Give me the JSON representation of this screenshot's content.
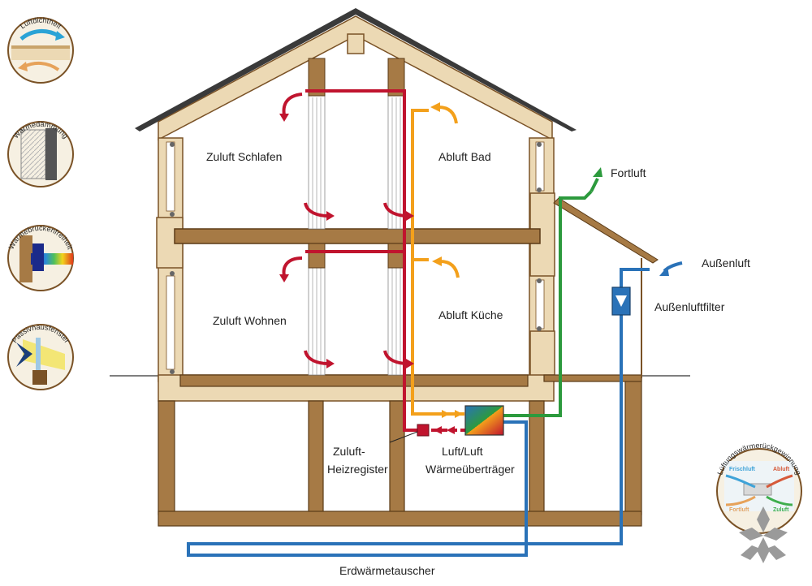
{
  "rooms": {
    "zuluft_schlafen": "Zuluft Schlafen",
    "abluft_bad": "Abluft Bad",
    "zuluft_wohnen": "Zuluft Wohnen",
    "abluft_kueche": "Abluft Küche"
  },
  "labels": {
    "fortluft": "Fortluft",
    "aussenluft": "Außenluft",
    "aussenluftfilter": "Außenluftfilter",
    "heizregister_line1": "Zuluft-",
    "heizregister_line2": "Heizregister",
    "waermetauscher_line1": "Luft/Luft",
    "waermetauscher_line2": "Wärmeüberträger",
    "erdwaerme": "Erdwärmetauscher"
  },
  "badges": {
    "luftdichtheit": "Luftdichtheit",
    "waermedaemmung": "Wärmedämmung",
    "waermebrueckenfreiheit": "Wärmebrückenfreiheit",
    "passivhausfenster": "Passivhausfenster",
    "lueftung": "Lüftungswärmerückgewinnung",
    "frischluft": "Frischluft",
    "abluft": "Abluft",
    "fortluft": "Fortluft",
    "zuluft": "Zuluft"
  },
  "colors": {
    "supply": "#c0142e",
    "exhaust": "#f3a01b",
    "fortluft": "#2c9a3d",
    "outdoor": "#2a72b8",
    "wood_light": "#ecd9b4",
    "wood_dark": "#7a5226",
    "wood_mid": "#a67a45",
    "roof": "#3a3a3a"
  }
}
